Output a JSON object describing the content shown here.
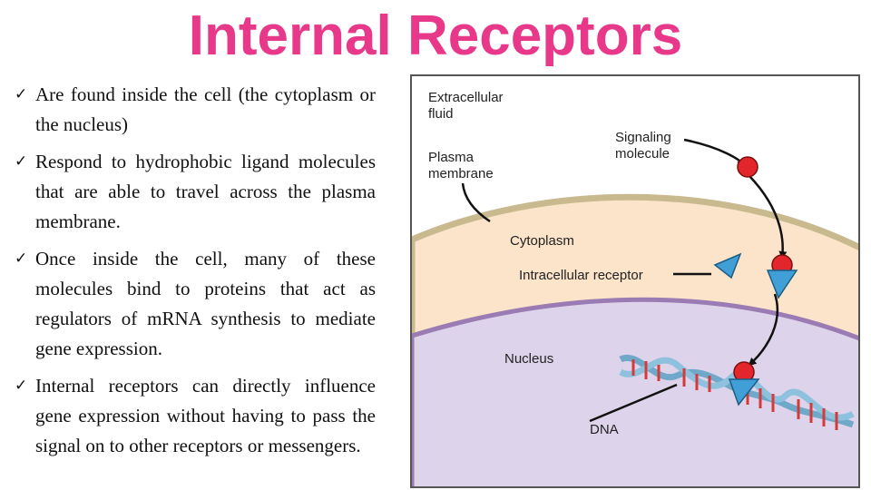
{
  "slide": {
    "title": "Internal Receptors",
    "bullets": [
      {
        "check": "✓",
        "text": "Are found inside the cell (the cytoplasm or the nucleus)"
      },
      {
        "check": "✓",
        "text": "Respond to hydrophobic ligand molecules that are able to travel across the plasma membrane."
      },
      {
        "check": "✓",
        "text": "Once inside the cell, many of these molecules bind to proteins that act as regulators of mRNA synthesis to mediate gene expression."
      },
      {
        "check": "✓",
        "text": "Internal receptors can directly influence gene expression without having to pass the signal on to other receptors or messengers."
      }
    ]
  },
  "figure": {
    "labels": {
      "extracellular_1": "Extracellular",
      "extracellular_2": "fluid",
      "plasma_1": "Plasma",
      "plasma_2": "membrane",
      "signaling_1": "Signaling",
      "signaling_2": "molecule",
      "cytoplasm": "Cytoplasm",
      "receptor": "Intracellular receptor",
      "nucleus": "Nucleus",
      "dna": "DNA"
    },
    "colors": {
      "title": "#e8388a",
      "cytoplasm": "#fbe4c9",
      "nucleus": "#ddd3ea",
      "membrane": "#c8b98e",
      "signal_molecule": "#e3262b",
      "receptor": "#3f9fd6"
    }
  }
}
